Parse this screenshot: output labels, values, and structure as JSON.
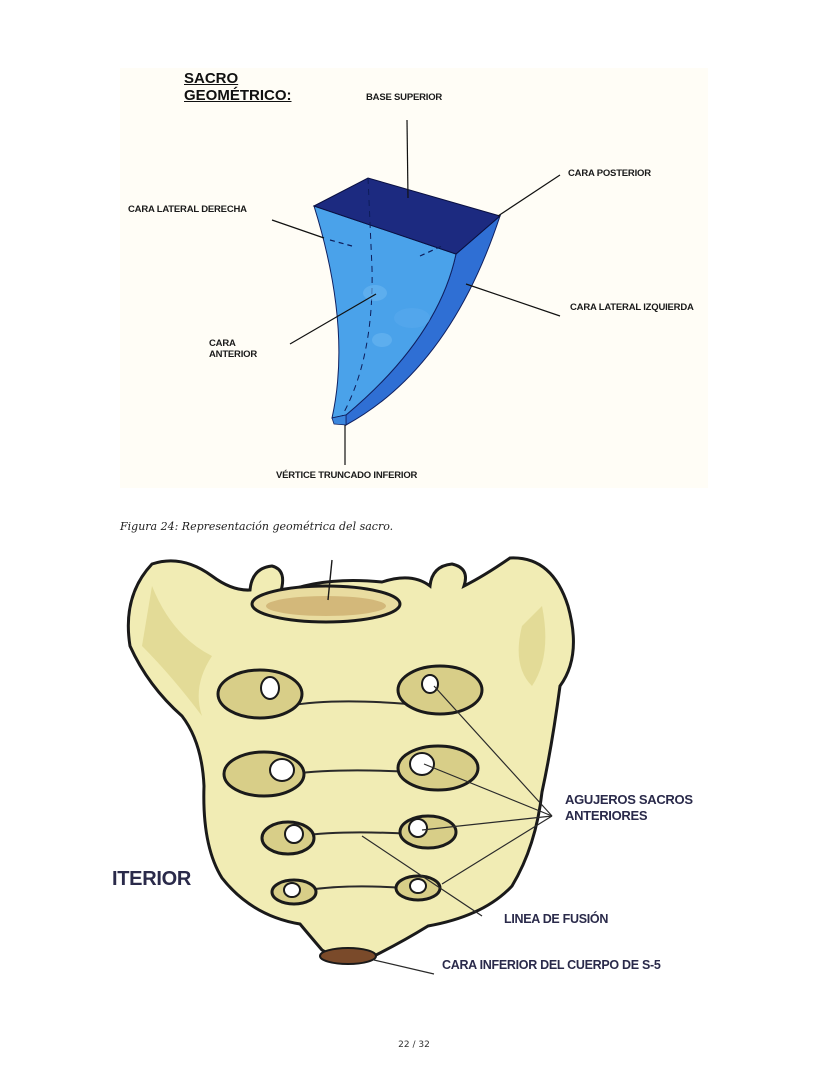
{
  "figure1": {
    "title_line1": "SACRO",
    "title_line2": "GEOMÉTRICO:",
    "labels": {
      "base_superior": "BASE SUPERIOR",
      "cara_posterior": "CARA POSTERIOR",
      "cara_lateral_derecha": "CARA LATERAL DERECHA",
      "cara_lateral_izquierda": "CARA LATERAL IZQUIERDA",
      "cara_anterior_1": "CARA",
      "cara_anterior_2": "ANTERIOR",
      "vertice": "VÉRTICE TRUNCADO INFERIOR"
    },
    "colors": {
      "top": "#1c2a80",
      "front": "#4aa2ea",
      "side": "#2f6fd4"
    }
  },
  "caption": "Figura 24: Representación geométrica del sacro.",
  "figure2": {
    "labels": {
      "side_text": "ITERIOR",
      "agujeros_1": "AGUJEROS SACROS",
      "agujeros_2": "ANTERIORES",
      "linea": "LINEA DE FUSIÓN",
      "cara_inferior": "CARA INFERIOR DEL CUERPO DE  S-5"
    },
    "colors": {
      "bone": "#f1ecb4",
      "outline": "#1a1a1a"
    }
  },
  "page_number": "22 / 32"
}
